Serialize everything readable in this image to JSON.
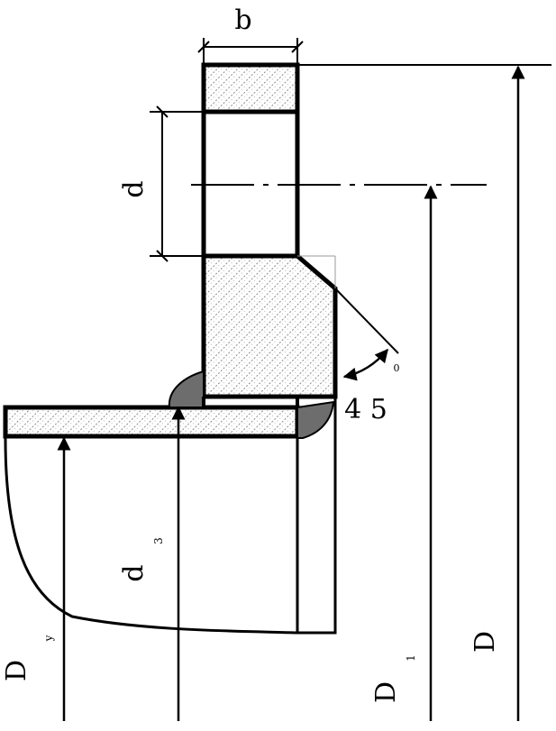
{
  "labels": {
    "b": "b",
    "d": "d",
    "d3_main": "d",
    "d3_sub": "3",
    "dy_main": "D",
    "dy_sub": "y",
    "d1_main": "D",
    "d1_sub": "1",
    "D": "D",
    "angle": "4 5",
    "angle_sup": "0"
  },
  "colors": {
    "line": "#000000",
    "hatch": "#7a7a7a",
    "weld": "#6d6d6d",
    "background": "#ffffff"
  }
}
